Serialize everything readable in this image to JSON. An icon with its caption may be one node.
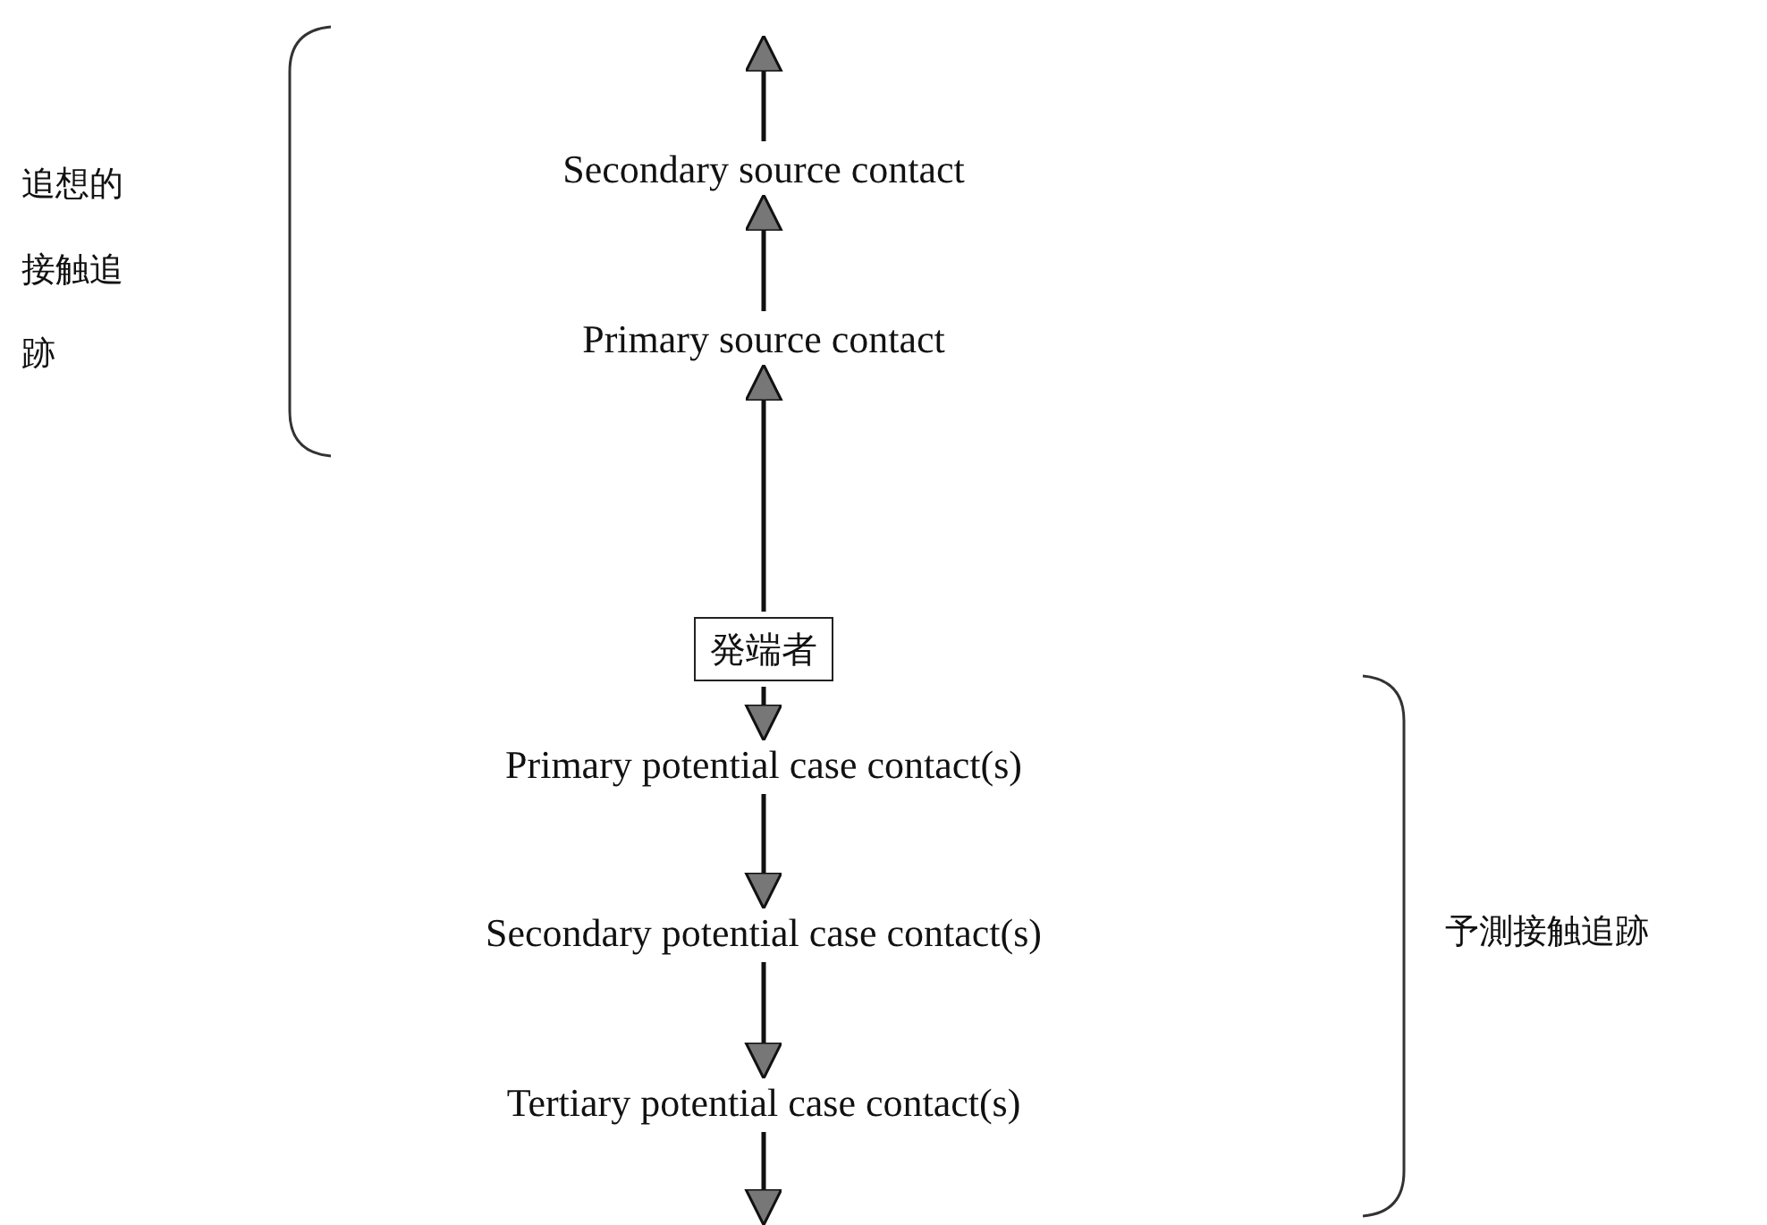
{
  "diagram": {
    "nodes": [
      {
        "text": [
          "Secondary source contact"
        ]
      },
      {
        "text": [
          "Primary source contact"
        ]
      },
      {
        "text": [
          "発端者"
        ]
      },
      {
        "text": [
          "Primary potential case contact(s)"
        ]
      },
      {
        "text": [
          "Secondary potential case contact(s)"
        ]
      },
      {
        "text": [
          "Tertiary potential case contact(s)"
        ]
      }
    ],
    "edges": [
      {
        "from": 0,
        "to": null,
        "arrow": "to"
      },
      {
        "from": 1,
        "to": 0,
        "arrow": "to"
      },
      {
        "from": 2,
        "to": 1,
        "arrow": "to"
      },
      {
        "from": 2,
        "to": 3,
        "arrow": "to"
      },
      {
        "from": 3,
        "to": 4,
        "arrow": "to"
      },
      {
        "from": 4,
        "to": 5,
        "arrow": "to"
      },
      {
        "from": 5,
        "to": null,
        "arrow": "to"
      }
    ],
    "labels": [
      "追想的接触追跡",
      "予測接触追跡"
    ]
  }
}
